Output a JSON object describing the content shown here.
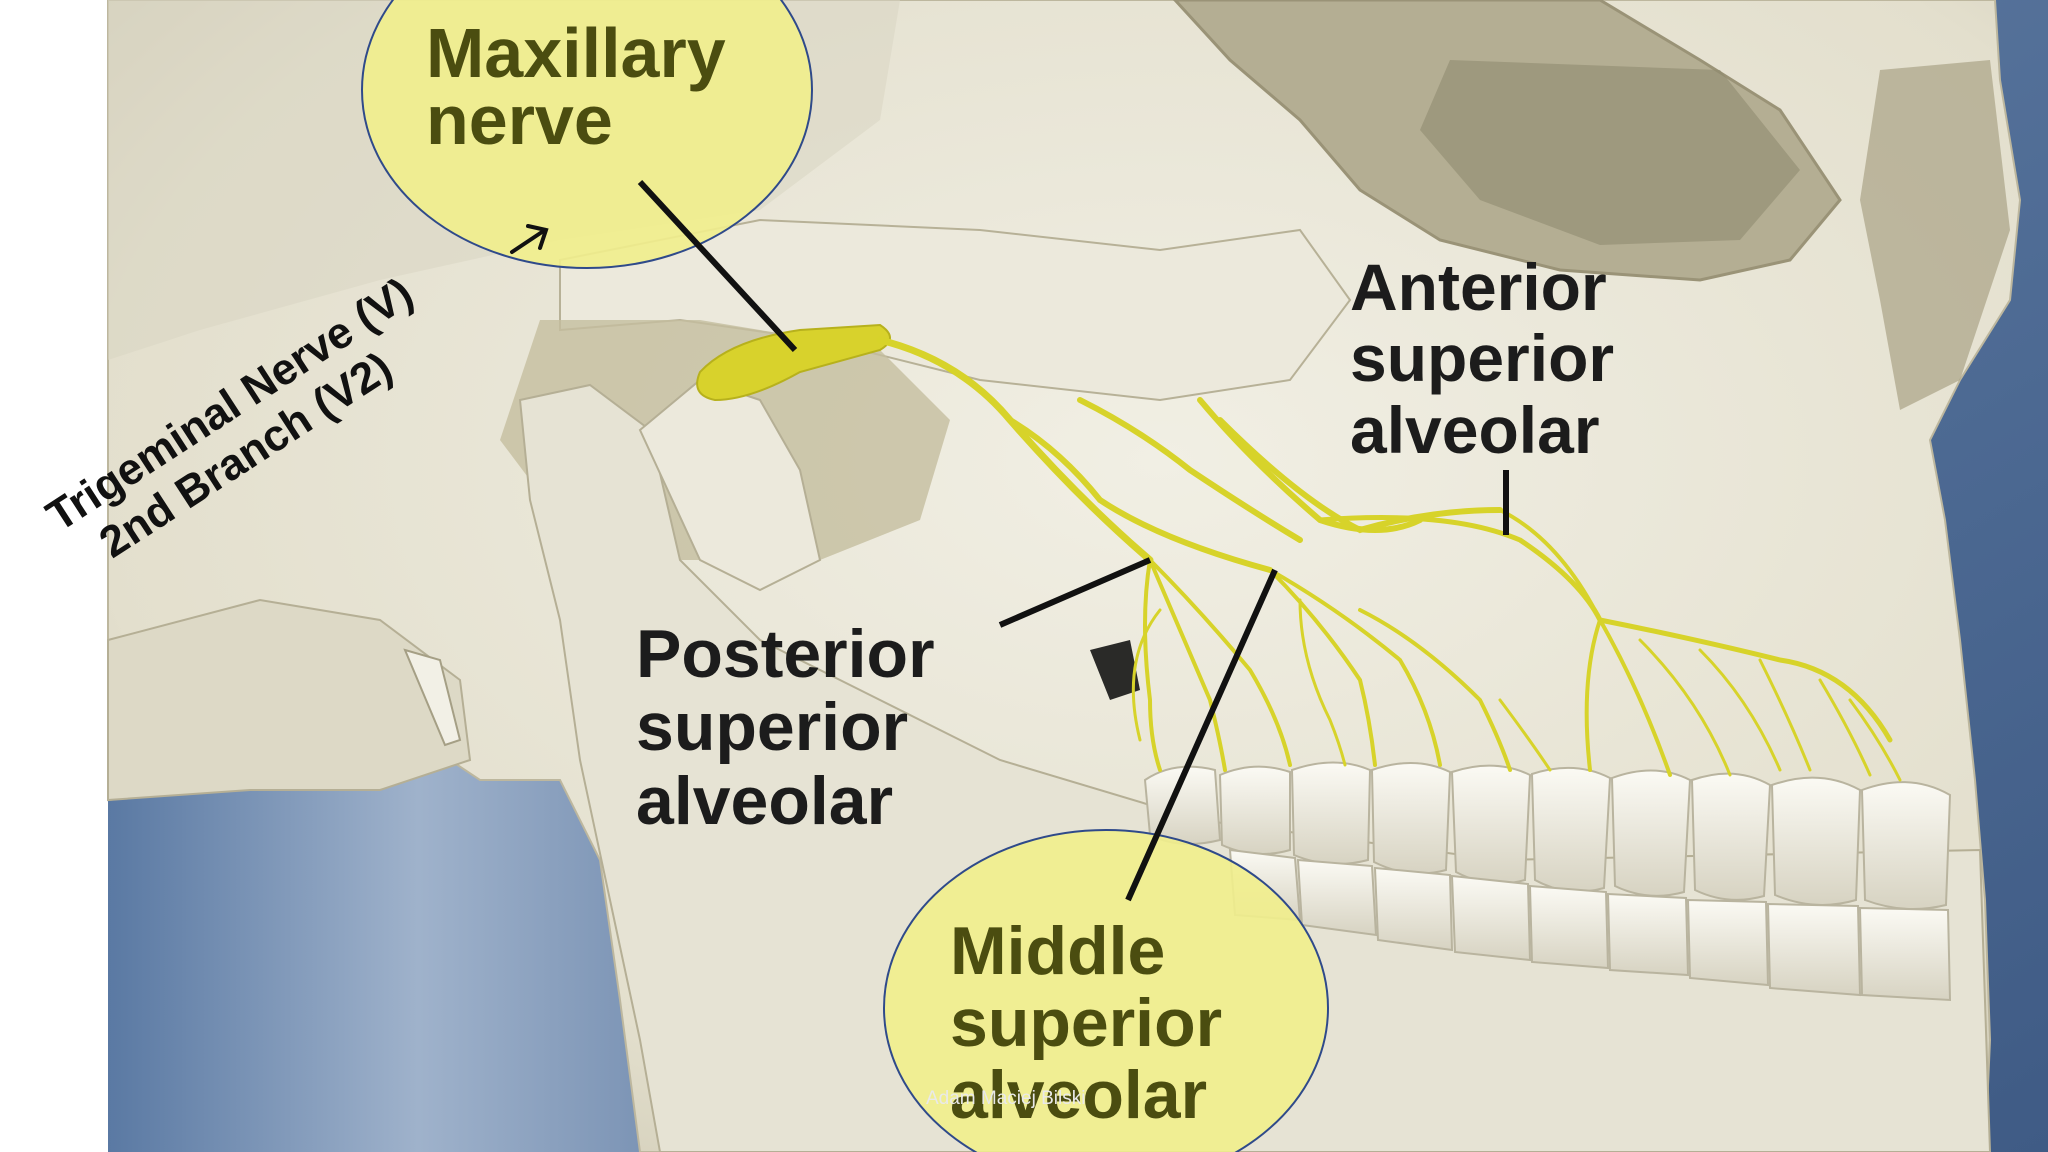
{
  "labels": {
    "maxillary": [
      "Maxillary",
      "nerve"
    ],
    "trigeminal": [
      "Trigeminal Nerve (V)",
      "2nd Branch (V2)"
    ],
    "anterior": [
      "Anterior",
      "superior",
      "alveolar"
    ],
    "posterior": [
      "Posterior",
      "superior",
      "alveolar"
    ],
    "middle": [
      "Middle",
      "superior",
      "alveolar"
    ]
  },
  "watermark": "Adam Maciej Bilski",
  "colors": {
    "background_blue": "#4f6c95",
    "bone": "#e9e6d8",
    "nerve": "#d9d62a",
    "highlight_circle": "#f1ee8c",
    "circle_outline": "#2f4a8a"
  }
}
